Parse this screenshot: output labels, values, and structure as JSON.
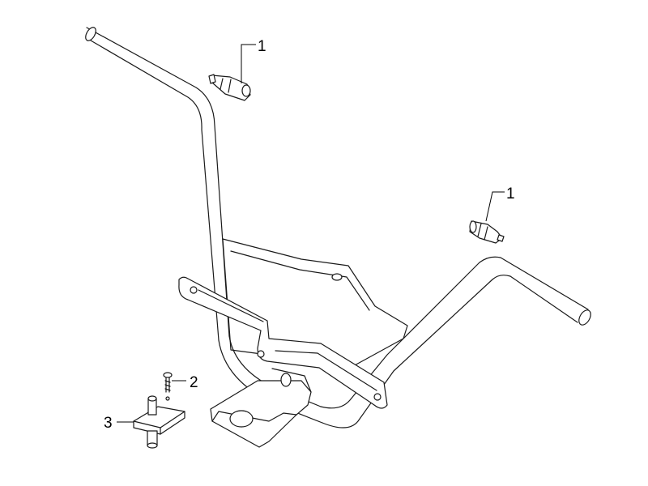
{
  "diagram": {
    "callouts": [
      {
        "id": "callout-1-top",
        "label": "1"
      },
      {
        "id": "callout-1-right",
        "label": "1"
      },
      {
        "id": "callout-2",
        "label": "2"
      },
      {
        "id": "callout-3",
        "label": "3"
      }
    ],
    "colors": {
      "line": "#1a1a1a",
      "fill": "#ffffff",
      "background": "#ffffff"
    }
  }
}
